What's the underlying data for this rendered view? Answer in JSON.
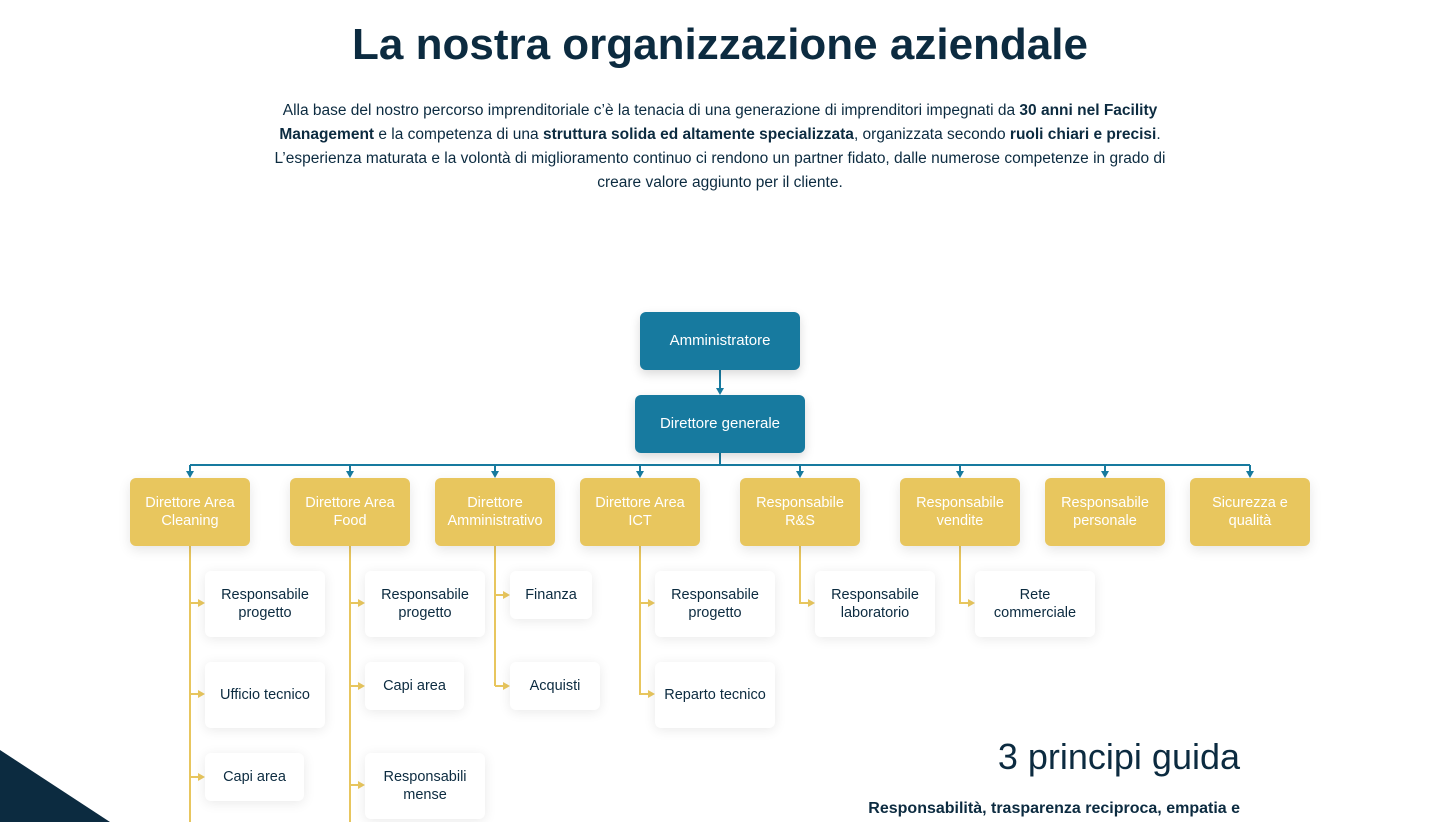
{
  "header": {
    "title": "La nostra organizzazione aziendale",
    "intro": {
      "p1": "Alla base del nostro percorso imprenditoriale c’è la tenacia di una generazione di imprenditori impegnati da ",
      "b1": "30 anni nel Facility Management",
      "p2": " e la competenza di una ",
      "b2": "struttura solida ed altamente specializzata",
      "p3": ", organizzata secondo ",
      "b3": "ruoli chiari e precisi",
      "p4": ".",
      "p5": "L’esperienza maturata e la volontà di miglioramento continuo ci rendono un partner fidato, dalle numerose competenze in grado di creare valore aggiunto per il cliente."
    }
  },
  "org": {
    "colors": {
      "blue": "#177a9f",
      "gold": "#e8c65e",
      "dark": "#0c2b40"
    },
    "admin": "Amministratore",
    "director": "Direttore generale",
    "areas": [
      {
        "label": "Direttore Area Cleaning",
        "children": [
          "Responsabile progetto",
          "Ufficio tecnico",
          "Capi area"
        ]
      },
      {
        "label": "Direttore Area Food",
        "children": [
          "Responsabile progetto",
          "Capi area",
          "Responsabili mense"
        ]
      },
      {
        "label": "Direttore Amministrativo",
        "children": [
          "Finanza",
          "Acquisti"
        ]
      },
      {
        "label": "Direttore Area ICT",
        "children": [
          "Responsabile progetto",
          "Reparto tecnico"
        ]
      },
      {
        "label": "Responsabile R&S",
        "children": [
          "Responsabile laboratorio"
        ]
      },
      {
        "label": "Responsabile vendite",
        "children": [
          "Rete commerciale"
        ]
      },
      {
        "label": "Responsabile personale",
        "children": []
      },
      {
        "label": "Sicurezza e qualità",
        "children": []
      }
    ]
  },
  "principles": {
    "title": "3 principi guida",
    "subtitle": "Responsabilità, trasparenza reciproca, empatia e"
  }
}
